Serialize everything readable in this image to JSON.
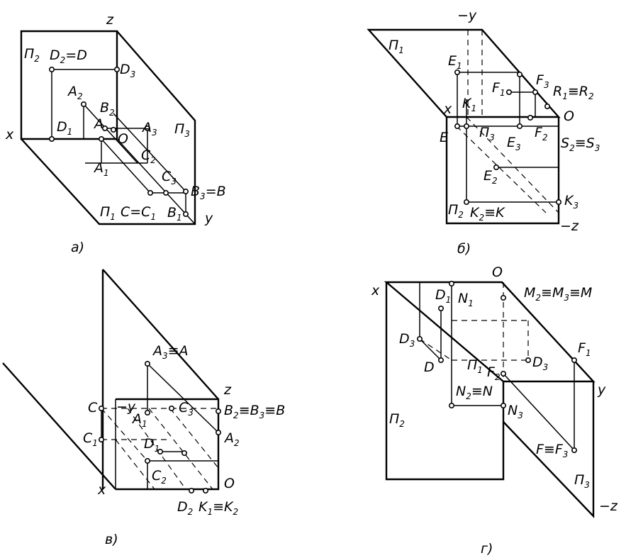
{
  "panels": {
    "a": {
      "caption": "а)",
      "labels": [
        {
          "id": "z",
          "t": "z"
        },
        {
          "id": "x",
          "t": "x"
        },
        {
          "id": "y",
          "t": "y"
        },
        {
          "id": "o",
          "t": "O"
        },
        {
          "id": "p2",
          "t": "Π",
          "s": "2"
        },
        {
          "id": "p1",
          "t": "Π",
          "s": "1"
        },
        {
          "id": "p3",
          "t": "Π",
          "s": "3"
        },
        {
          "id": "d2d",
          "t": "D",
          "s": "2",
          "r": "=D"
        },
        {
          "id": "d3",
          "t": "D",
          "s": "3"
        },
        {
          "id": "d1",
          "t": "D",
          "s": "1"
        },
        {
          "id": "a2",
          "t": "A",
          "s": "2"
        },
        {
          "id": "b2",
          "t": "B",
          "s": "2"
        },
        {
          "id": "a",
          "t": "A"
        },
        {
          "id": "a3",
          "t": "A",
          "s": "3"
        },
        {
          "id": "a1",
          "t": "A",
          "s": "1"
        },
        {
          "id": "c2",
          "t": "C",
          "s": "2"
        },
        {
          "id": "c3",
          "t": "C",
          "s": "3"
        },
        {
          "id": "b3b",
          "t": "B",
          "s": "3",
          "r": "=B"
        },
        {
          "id": "cc1",
          "t": "C=C",
          "s": "1"
        },
        {
          "id": "b1",
          "t": "B",
          "s": "1"
        }
      ]
    },
    "b": {
      "caption": "б)",
      "labels": [
        {
          "id": "my",
          "t": "−y"
        },
        {
          "id": "p1",
          "t": "Π",
          "s": "1"
        },
        {
          "id": "e1",
          "t": "E",
          "s": "1"
        },
        {
          "id": "f3",
          "t": "F",
          "s": "3"
        },
        {
          "id": "f1",
          "t": "F",
          "s": "1"
        },
        {
          "id": "r1r2",
          "t": "R",
          "s": "1",
          "r": "≡R",
          "s2": "2"
        },
        {
          "id": "x",
          "t": "x"
        },
        {
          "id": "k1",
          "t": "K",
          "s": "1"
        },
        {
          "id": "o",
          "t": "O"
        },
        {
          "id": "e",
          "t": "E"
        },
        {
          "id": "p3",
          "t": "Π",
          "s": "3"
        },
        {
          "id": "e3",
          "t": "E",
          "s": "3"
        },
        {
          "id": "f2",
          "t": "F",
          "s": "2"
        },
        {
          "id": "s2s3",
          "t": "S",
          "s": "2",
          "r": "≡S",
          "s2": "3"
        },
        {
          "id": "e2",
          "t": "E",
          "s": "2"
        },
        {
          "id": "k3",
          "t": "K",
          "s": "3"
        },
        {
          "id": "p2",
          "t": "Π",
          "s": "2"
        },
        {
          "id": "k2k",
          "t": "K",
          "s": "2",
          "r": "≡K"
        },
        {
          "id": "mz",
          "t": "−z"
        }
      ]
    },
    "c": {
      "caption": "в)",
      "labels": [
        {
          "id": "a3a",
          "t": "A",
          "s": "3",
          "r": "≡A"
        },
        {
          "id": "z",
          "t": "z"
        },
        {
          "id": "c",
          "t": "C"
        },
        {
          "id": "my",
          "t": "−y"
        },
        {
          "id": "c3",
          "t": "C",
          "s": "3"
        },
        {
          "id": "b2b3b",
          "t": "B",
          "s": "2",
          "r": "≡B",
          "s2": "3",
          "r2": "≡B"
        },
        {
          "id": "a1",
          "t": "A",
          "s": "1"
        },
        {
          "id": "c1",
          "t": "C",
          "s": "1"
        },
        {
          "id": "d1",
          "t": "D",
          "s": "1"
        },
        {
          "id": "a2",
          "t": "A",
          "s": "2"
        },
        {
          "id": "c2",
          "t": "C",
          "s": "2"
        },
        {
          "id": "x",
          "t": "x"
        },
        {
          "id": "o",
          "t": "O"
        },
        {
          "id": "d2",
          "t": "D",
          "s": "2"
        },
        {
          "id": "k1k2",
          "t": "K",
          "s": "1",
          "r": "≡K",
          "s2": "2"
        }
      ]
    },
    "d": {
      "caption": "г)",
      "labels": [
        {
          "id": "o",
          "t": "O"
        },
        {
          "id": "x",
          "t": "x"
        },
        {
          "id": "d1",
          "t": "D",
          "s": "1"
        },
        {
          "id": "n1",
          "t": "N",
          "s": "1"
        },
        {
          "id": "m",
          "t": "M",
          "s": "2",
          "r": "≡M",
          "s2": "3",
          "r2": "≡M"
        },
        {
          "id": "d3a",
          "t": "D",
          "s": "3"
        },
        {
          "id": "f1",
          "t": "F",
          "s": "1"
        },
        {
          "id": "d",
          "t": "D"
        },
        {
          "id": "p1",
          "t": "Π",
          "s": "1"
        },
        {
          "id": "f2",
          "t": "F",
          "s": "2"
        },
        {
          "id": "d3b",
          "t": "D",
          "s": "3"
        },
        {
          "id": "y",
          "t": "y"
        },
        {
          "id": "n2n",
          "t": "N",
          "s": "2",
          "r": "≡N"
        },
        {
          "id": "n3",
          "t": "N",
          "s": "3"
        },
        {
          "id": "p2",
          "t": "Π",
          "s": "2"
        },
        {
          "id": "ff3",
          "t": "F≡F",
          "s": "3"
        },
        {
          "id": "p3",
          "t": "Π",
          "s": "3"
        },
        {
          "id": "mz",
          "t": "−z"
        }
      ]
    }
  }
}
